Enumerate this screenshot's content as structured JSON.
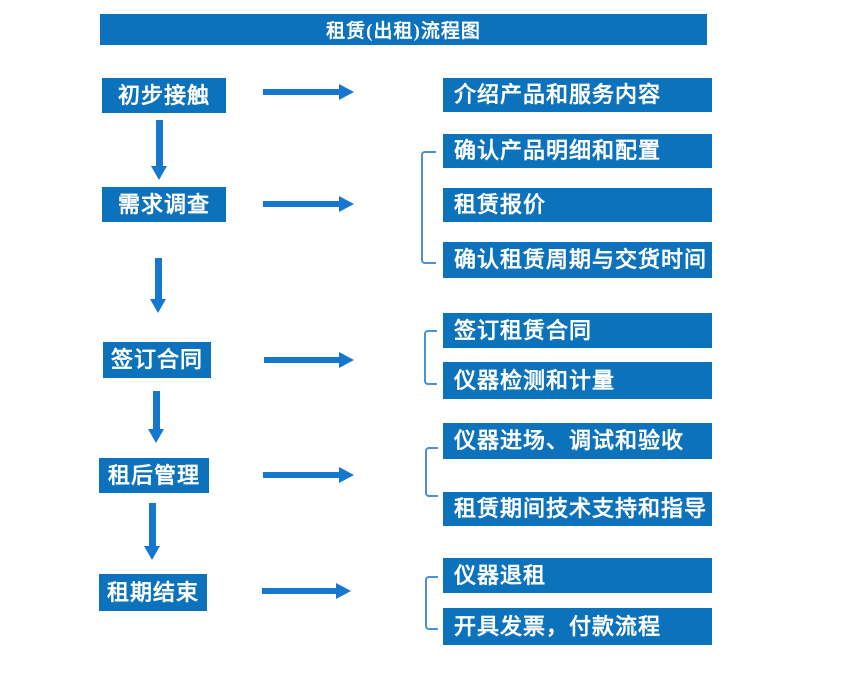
{
  "flow": {
    "title": "租赁(出租)流程图",
    "stages": [
      {
        "step": "初步接触",
        "details": [
          "介绍产品和服务内容"
        ]
      },
      {
        "step": "需求调查",
        "details": [
          "确认产品明细和配置",
          "租赁报价",
          "确认租赁周期与交货时间"
        ]
      },
      {
        "step": "签订合同",
        "details": [
          "签订租赁合同",
          "仪器检测和计量"
        ]
      },
      {
        "step": "租后管理",
        "details": [
          "仪器进场、调试和验收",
          "租赁期间技术支持和指导"
        ]
      },
      {
        "step": "租期结束",
        "details": [
          "仪器退租",
          "开具发票，付款流程"
        ]
      }
    ]
  },
  "colors": {
    "box_fill": "#0D72BC",
    "arrow": "#1677CE",
    "bracket": "#4D90D4",
    "text": "#FFFFFF",
    "background": "#FFFFFF"
  }
}
